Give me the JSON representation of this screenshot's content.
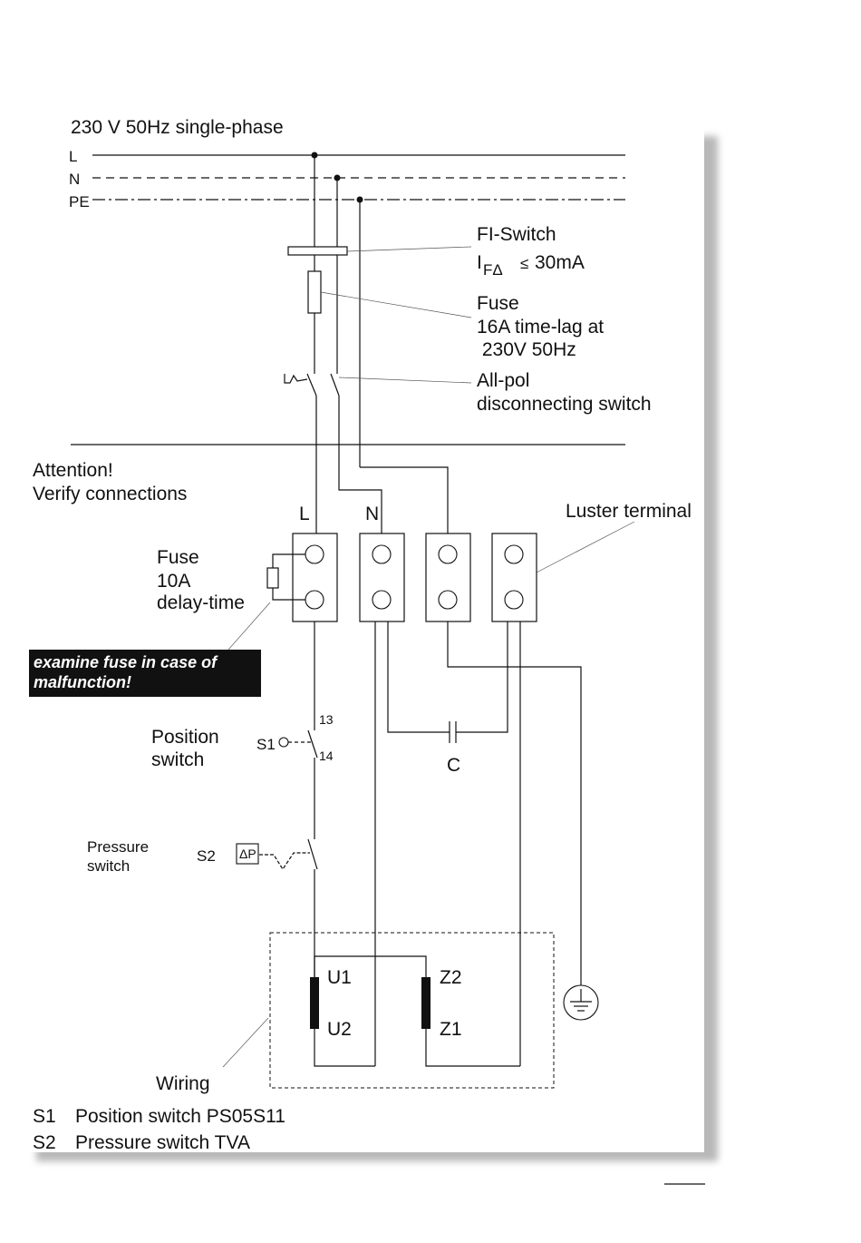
{
  "supply": {
    "title": "230 V 50Hz single-phase",
    "line_labels": [
      "L",
      "N",
      "PE"
    ]
  },
  "fi_switch": {
    "title": "FI-Switch",
    "rating_i": "I",
    "rating_sub": "FΔ",
    "rating_op": "≤",
    "rating_val": "30mA"
  },
  "main_fuse": {
    "line1": "Fuse",
    "line2": "16A time-lag at",
    "line3": " 230V 50Hz"
  },
  "disconnect": {
    "line1": "All-pol",
    "line2": "disconnecting switch"
  },
  "attention": {
    "line1": "Attention!",
    "line2": "Verify connections"
  },
  "terminal_labels": {
    "l": "L",
    "n": "N"
  },
  "luster_terminal": "Luster terminal",
  "small_fuse": {
    "line1": "Fuse",
    "line2": "10A",
    "line3": "delay-time"
  },
  "warning": {
    "line1": "examine fuse in case of",
    "line2": "malfunction!"
  },
  "position_switch": {
    "line1": "Position",
    "line2": "switch",
    "tag": "S1",
    "pin_top": "13",
    "pin_bottom": "14"
  },
  "capacitor": "C",
  "pressure_switch": {
    "line1": "Pressure",
    "line2": "switch",
    "tag": "S2",
    "symbol": "ΔP"
  },
  "motor": {
    "u1": "U1",
    "u2": "U2",
    "z2": "Z2",
    "z1": "Z1"
  },
  "wiring_label": "Wiring",
  "legend": {
    "s1_code": "S1",
    "s1_text": "Position switch PS05S11",
    "s2_code": "S2",
    "s2_text": "Pressure switch TVA"
  }
}
